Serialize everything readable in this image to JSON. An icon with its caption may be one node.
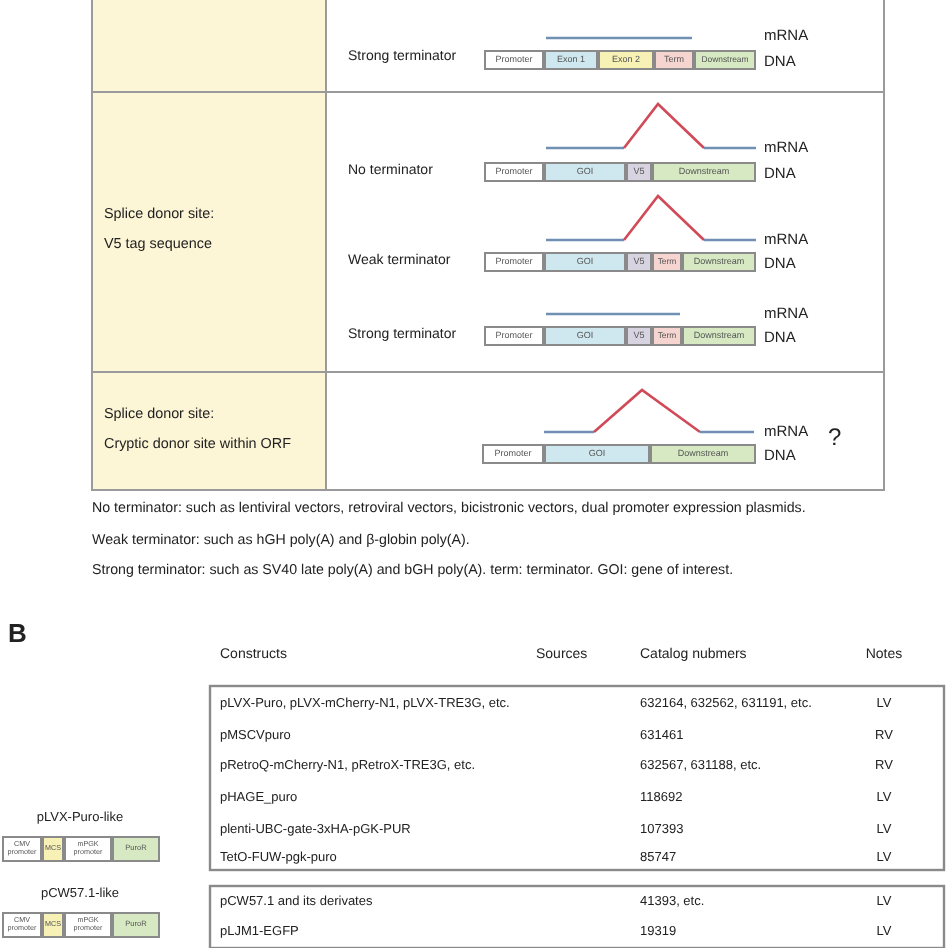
{
  "diagram": {
    "nodes": [
      {
        "text": [],
        "shape": "line"
      },
      {
        "text": [],
        "shape": "bar",
        "beside": [
          "DNA"
        ]
      },
      {
        "text": [
          "Promoter"
        ],
        "in": 1
      },
      {
        "text": [
          "Exon 1"
        ],
        "in": 1
      },
      {
        "text": [
          "Exon 2"
        ],
        "in": 1
      },
      {
        "text": [
          "Term"
        ],
        "in": 1
      },
      {
        "text": [
          "Downstream"
        ],
        "in": 1
      },
      {
        "text": [],
        "shape": "line",
        "beside": [
          "mRNA"
        ]
      },
      {
        "text": [],
        "shape": "bar",
        "beside": [
          "DNA"
        ]
      },
      {
        "text": [
          "Promoter"
        ],
        "in": 8
      },
      {
        "text": [
          "GOI"
        ],
        "in": 8
      },
      {
        "text": [
          "V5"
        ],
        "in": 8
      },
      {
        "text": [
          "Downstream"
        ],
        "in": 8
      },
      {
        "text": [],
        "shape": "line",
        "beside": [
          "mRNA"
        ]
      },
      {
        "text": [],
        "shape": "bar",
        "beside": [
          "DNA"
        ]
      },
      {
        "text": [
          "Promoter"
        ],
        "in": 14
      },
      {
        "text": [
          "GOI"
        ],
        "in": 14
      },
      {
        "text": [
          "V5"
        ],
        "in": 14
      },
      {
        "text": [
          "Term"
        ],
        "in": 14
      },
      {
        "text": [
          "Downstream"
        ],
        "in": 14
      },
      {
        "text": [],
        "shape": "line"
      },
      {
        "text": [],
        "shape": "bar",
        "beside": [
          "DNA"
        ]
      },
      {
        "text": [
          "Promoter"
        ],
        "in": 21
      },
      {
        "text": [
          "GOI"
        ],
        "in": 21
      },
      {
        "text": [
          "V5"
        ],
        "in": 21
      },
      {
        "text": [
          "Term"
        ],
        "in": 21
      },
      {
        "text": [
          "Downstream"
        ],
        "in": 21
      },
      {
        "text": [],
        "shape": "line",
        "beside": [
          "mRNA"
        ]
      },
      {
        "text": [],
        "shape": "bar",
        "beside": [
          "DNA"
        ]
      },
      {
        "text": [
          "Promoter"
        ],
        "in": 28
      },
      {
        "text": [
          "GOI"
        ],
        "in": 28
      },
      {
        "text": [
          "Downstream"
        ],
        "in": 28
      },
      {
        "text": [],
        "shape": "bar",
        "beside": [
          "pLVX-Puro-like"
        ]
      },
      {
        "text": [
          "CMV promoter"
        ],
        "in": 32
      },
      {
        "text": [
          "MCS"
        ],
        "in": 32
      },
      {
        "text": [
          "mPGK promoter"
        ],
        "in": 32
      },
      {
        "text": [
          "PuroR"
        ],
        "in": 32
      },
      {
        "text": [],
        "shape": "bar",
        "beside": [
          "pCW57.1-like"
        ]
      },
      {
        "text": [
          "CMV promoter"
        ],
        "in": 37
      },
      {
        "text": [
          "MCS"
        ],
        "in": 37
      },
      {
        "text": [
          "mPGK promoter"
        ],
        "in": 37
      },
      {
        "text": [
          "PuroR"
        ],
        "in": 37
      }
    ],
    "labels": [
      "mRNA",
      "Strong terminator",
      "No terminator",
      "Splice donor site:",
      "V5 tag sequence",
      "Weak terminator",
      "mRNA",
      "Strong terminator",
      "Splice donor site:",
      "?",
      "Cryptic donor site within ORF",
      "No terminator: such as lentiviral vectors, retroviral vectors, bicistronic vectors, dual promoter expression plasmids.",
      "Weak terminator: such as hGH poly(A) and β-globin poly(A).",
      "Strong terminator: such as SV40 late poly(A) and bGH poly(A). term: terminator. GOI: gene of interest.",
      "B",
      "Constructs",
      "Sources",
      "Catalog nubmers",
      "Notes",
      "pLVX-Puro, pLVX-mCherry-N1, pLVX-TRE3G, etc.",
      "632164, 632562, 631191, etc.",
      "LV",
      "pMSCVpuro",
      "631461",
      "RV",
      "pRetroQ-mCherry-N1, pRetroX-TRE3G, etc.",
      "632567, 631188, etc.",
      "RV",
      "pHAGE_puro",
      "118692",
      "LV",
      "plenti-UBC-gate-3xHA-pGK-PUR",
      "107393",
      "LV",
      "TetO-FUW-pgk-puro",
      "85747",
      "LV",
      "pCW57.1 and its derivates",
      "41393, etc.",
      "LV",
      "pLJM1-EGFP",
      "19319",
      "LV"
    ]
  }
}
